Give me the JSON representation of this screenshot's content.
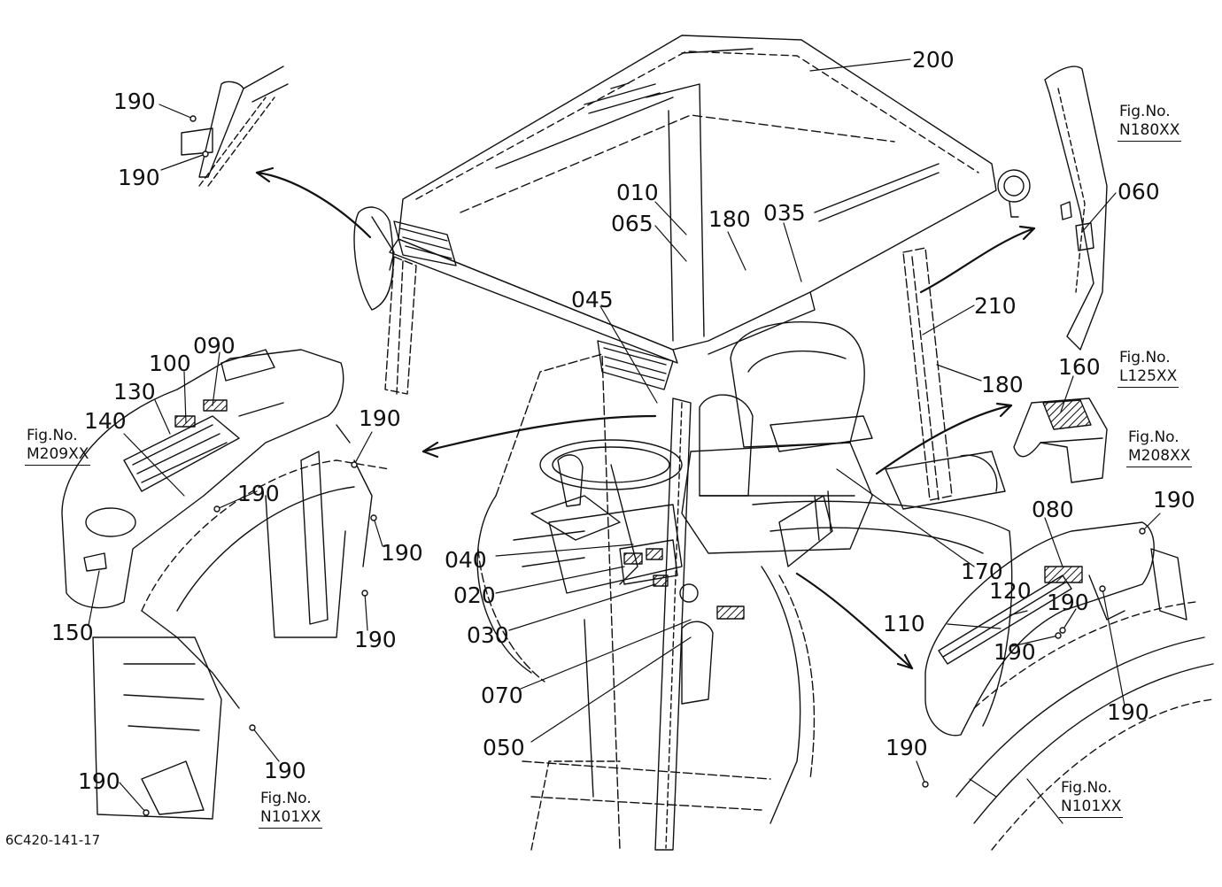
{
  "labels": {
    "l010": "010",
    "l020": "020",
    "l030": "030",
    "l035": "035",
    "l040": "040",
    "l045": "045",
    "l050": "050",
    "l060": "060",
    "l065": "065",
    "l070": "070",
    "l080": "080",
    "l090": "090",
    "l100": "100",
    "l110": "110",
    "l120": "120",
    "l130": "130",
    "l140": "140",
    "l150": "150",
    "l160": "160",
    "l170": "170",
    "l180a": "180",
    "l180b": "180",
    "l190": "190",
    "l200": "200",
    "l210": "210"
  },
  "figs": {
    "fig_title": "Fig.No.",
    "n180": "N180XX",
    "l125": "L125XX",
    "m208": "M208XX",
    "m209": "M209XX",
    "n101": "N101XX"
  },
  "doc_number": "6C420-141-17",
  "colors": {
    "line": "#111111",
    "background": "#ffffff"
  }
}
